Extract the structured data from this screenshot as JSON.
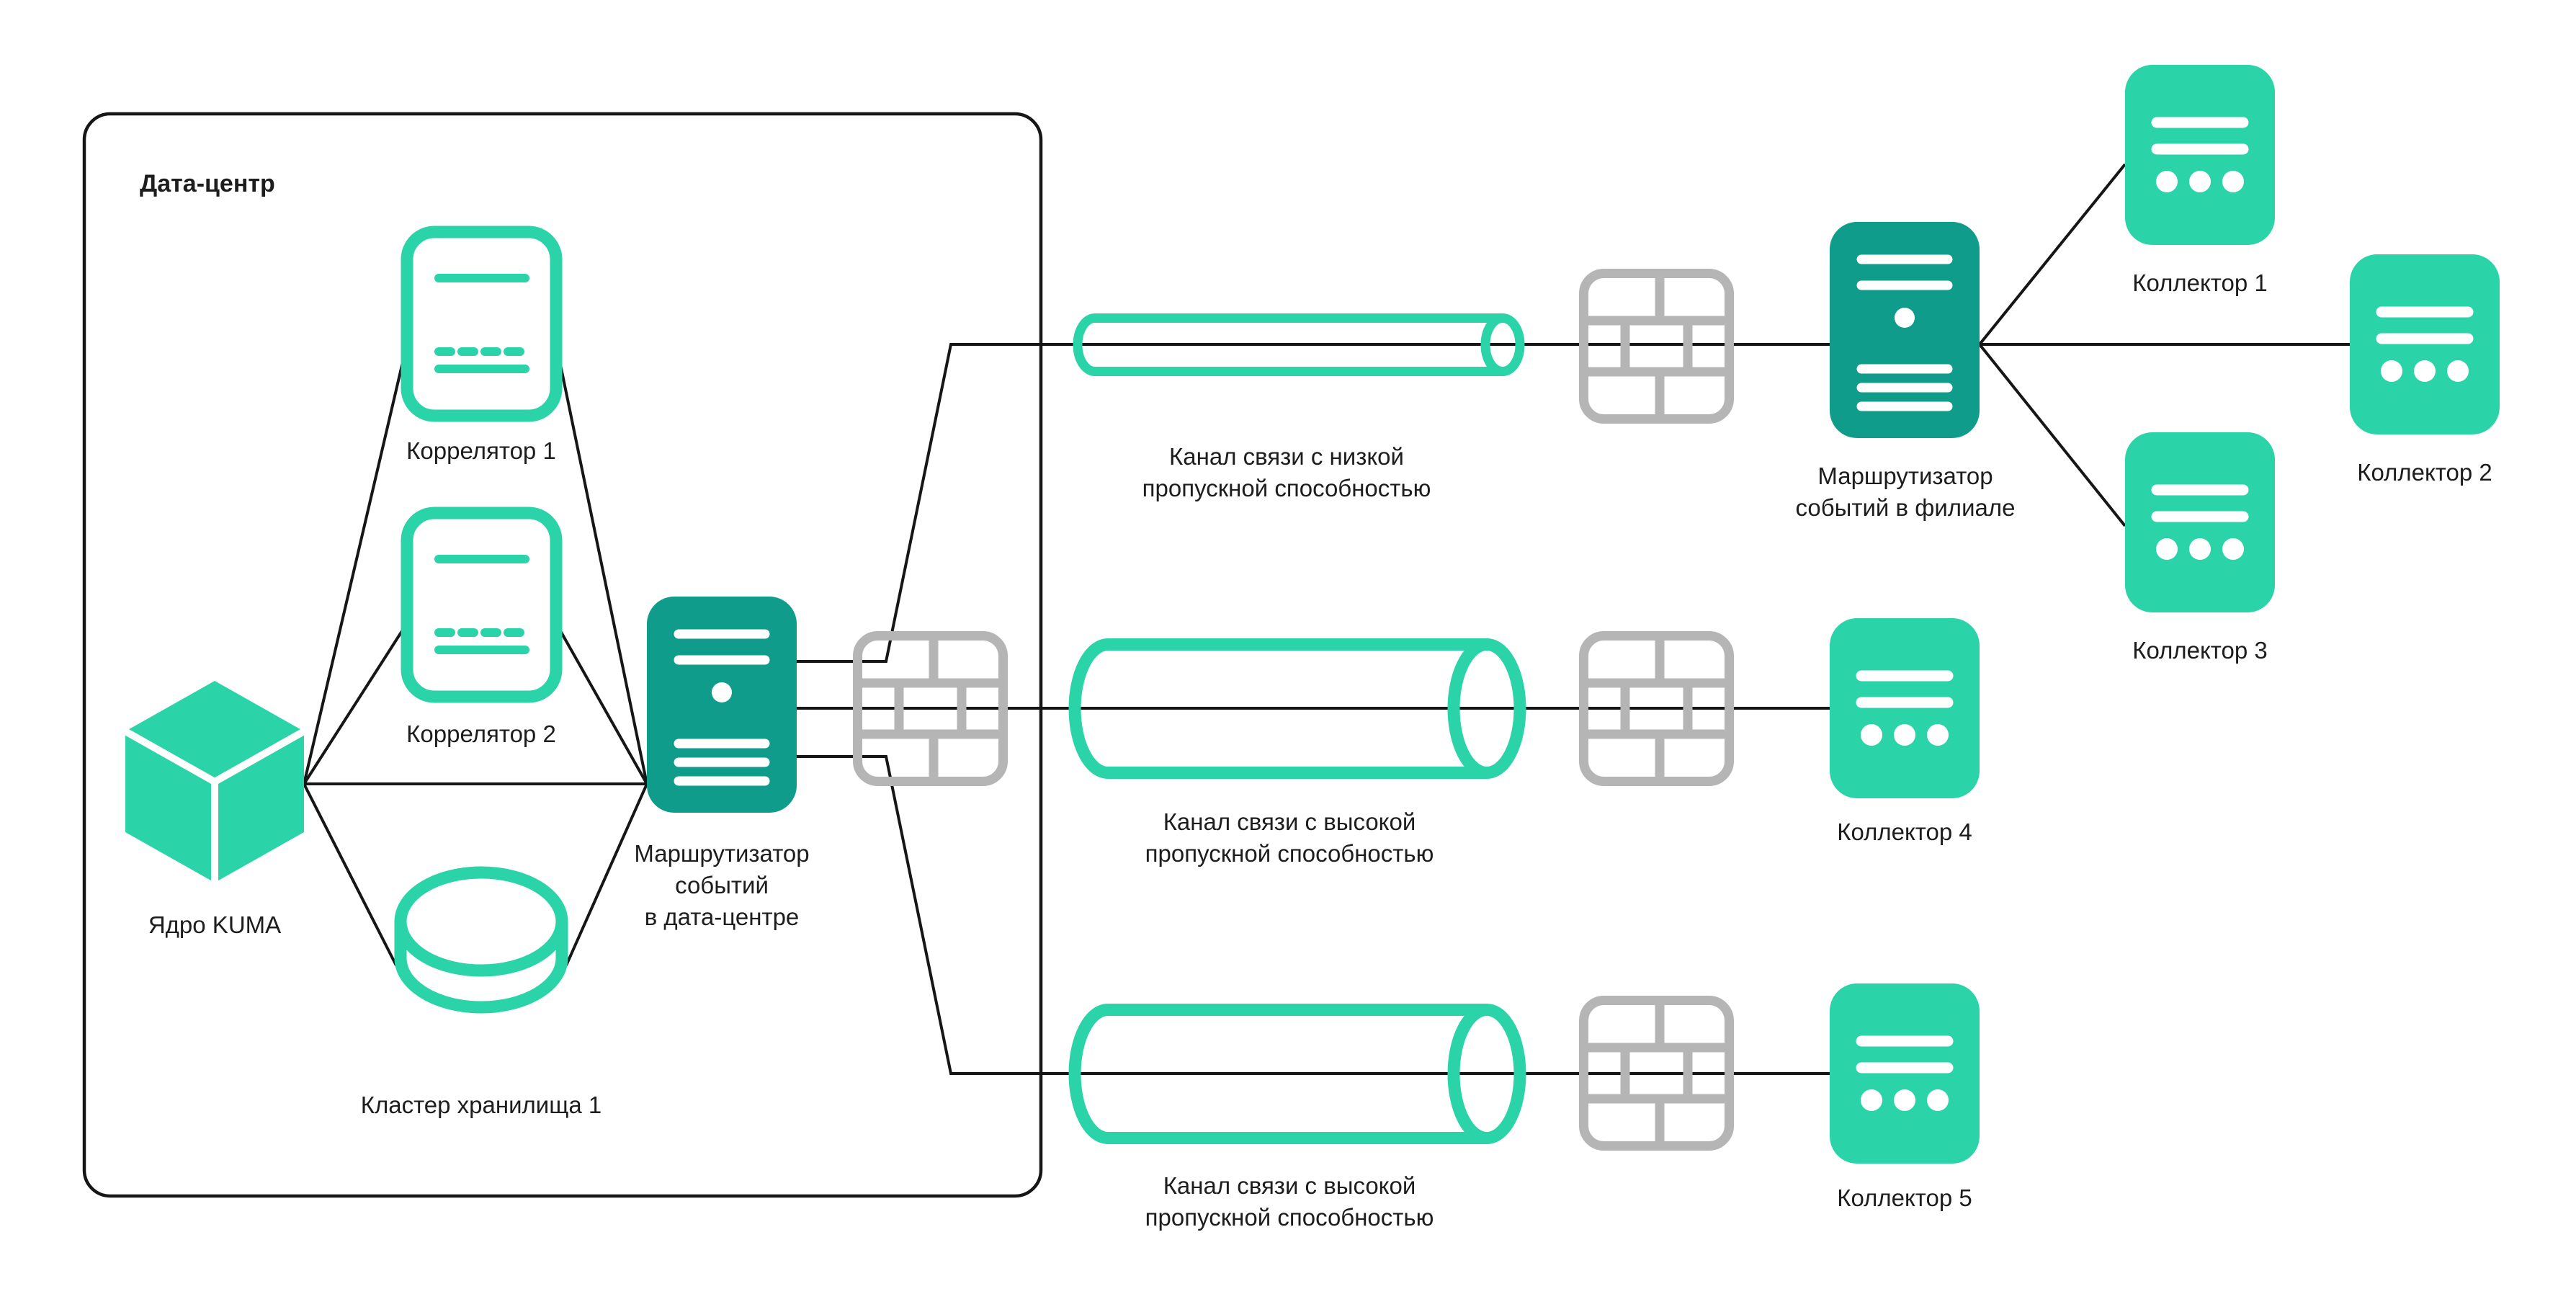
{
  "colors": {
    "teal": "#2bd3a9",
    "teal_dark": "#0f9c8a",
    "firewall_gray": "#b5b5b5",
    "line": "#161616",
    "text": "#1d1d1d",
    "background": "#ffffff"
  },
  "datacenter": {
    "title": "Дата-центр"
  },
  "nodes": {
    "kuma_core": {
      "label": "Ядро KUMA"
    },
    "correlator1": {
      "label": "Коррелятор 1"
    },
    "correlator2": {
      "label": "Коррелятор 2"
    },
    "storage_cluster1": {
      "label": "Кластер хранилища 1"
    },
    "dc_event_router": {
      "lines": [
        "Маршрутизатор",
        "событий",
        "в дата-центре"
      ]
    },
    "branch_event_router": {
      "lines": [
        "Маршрутизатор",
        "событий в филиале"
      ]
    },
    "collector1": {
      "label": "Коллектор 1"
    },
    "collector2": {
      "label": "Коллектор 2"
    },
    "collector3": {
      "label": "Коллектор 3"
    },
    "collector4": {
      "label": "Коллектор 4"
    },
    "collector5": {
      "label": "Коллектор 5"
    }
  },
  "channels": {
    "low_bandwidth": {
      "lines": [
        "Канал связи с низкой",
        "пропускной способностью"
      ]
    },
    "high_bandwidth_mid": {
      "lines": [
        "Канал связи с высокой",
        "пропускной способностью"
      ]
    },
    "high_bandwidth_bottom": {
      "lines": [
        "Канал связи с высокой",
        "пропускной способностью"
      ]
    }
  }
}
